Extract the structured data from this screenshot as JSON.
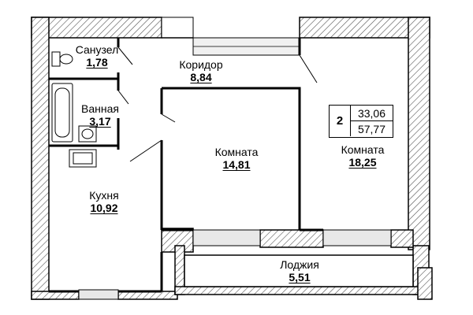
{
  "rooms": {
    "bathroom_wc": {
      "name": "Санузел",
      "area": "1,78"
    },
    "corridor": {
      "name": "Коридор",
      "area": "8,84"
    },
    "bath": {
      "name": "Ванная",
      "area": "3,17"
    },
    "room_middle": {
      "name": "Комната",
      "area": "14,81"
    },
    "room_right": {
      "name": "Комната",
      "area": "18,25"
    },
    "kitchen": {
      "name": "Кухня",
      "area": "10,92"
    },
    "loggia": {
      "name": "Лоджия",
      "area": "5,51"
    }
  },
  "summary": {
    "room_count": "2",
    "living_area": "33,06",
    "total_area": "57,77"
  },
  "colors": {
    "wall": "#000000",
    "hatch": "#555555",
    "background": "#ffffff"
  }
}
